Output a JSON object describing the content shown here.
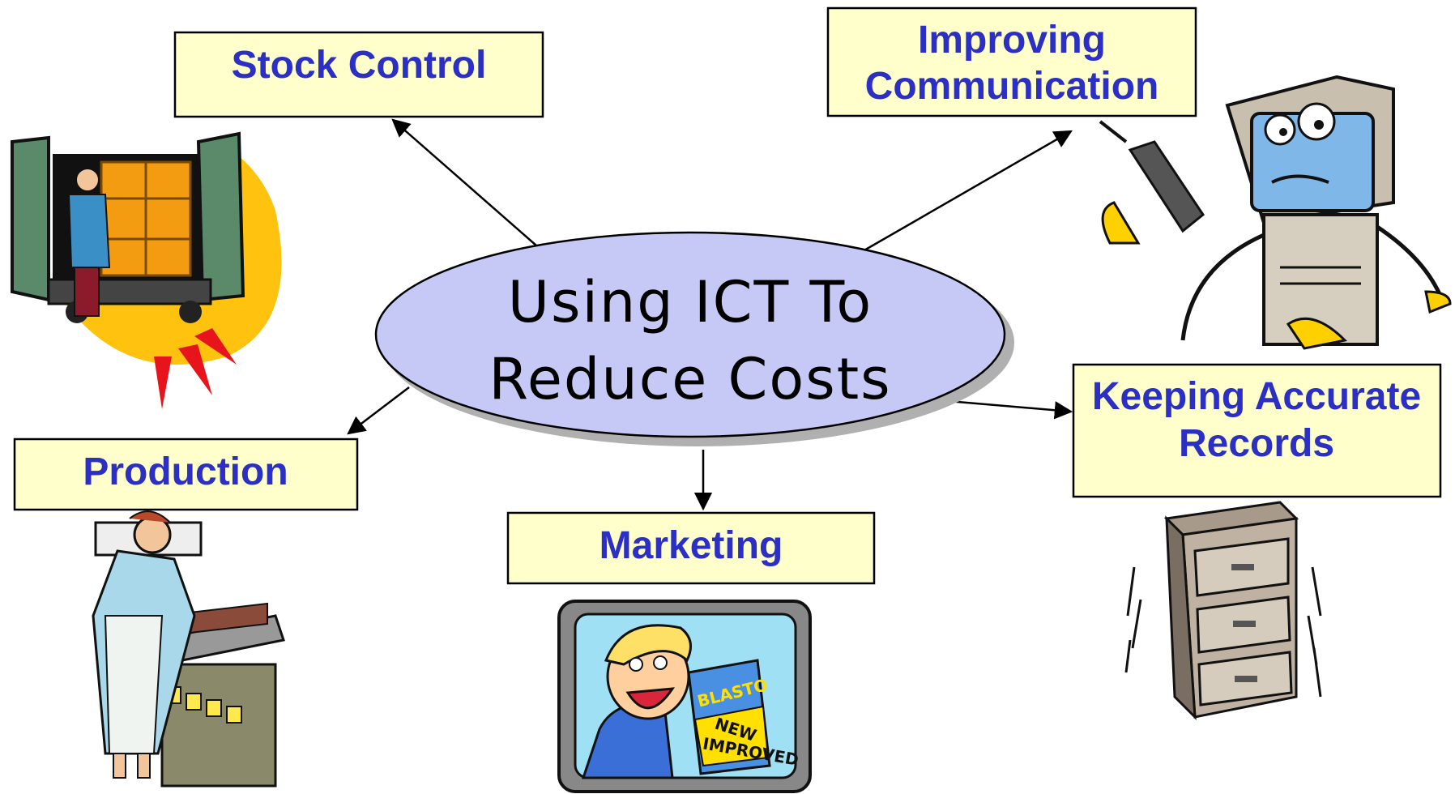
{
  "center": {
    "line1": "Using ICT To",
    "line2": "Reduce Costs"
  },
  "nodes": {
    "stock_control": {
      "label": "Stock Control"
    },
    "improving_communication": {
      "line1": "Improving",
      "line2": "Communication"
    },
    "production": {
      "label": "Production"
    },
    "marketing": {
      "label": "Marketing"
    },
    "keeping_records": {
      "line1": "Keeping Accurate",
      "line2": "Records"
    }
  },
  "clipart": {
    "stock": "delivery-truck-icon",
    "communication": "computer-phone-icon",
    "production": "factory-worker-icon",
    "marketing": "tv-advert-icon",
    "records": "filing-cabinet-icon",
    "tv_sign_brand": "BLASTO",
    "tv_sign_line1": "NEW",
    "tv_sign_line2": "IMPROVED"
  },
  "colors": {
    "label_text": "#2b2fc4",
    "box_fill": "#ffffcc",
    "ellipse_fill": "#c6c9f5",
    "shadow": "#b0b0b0"
  }
}
